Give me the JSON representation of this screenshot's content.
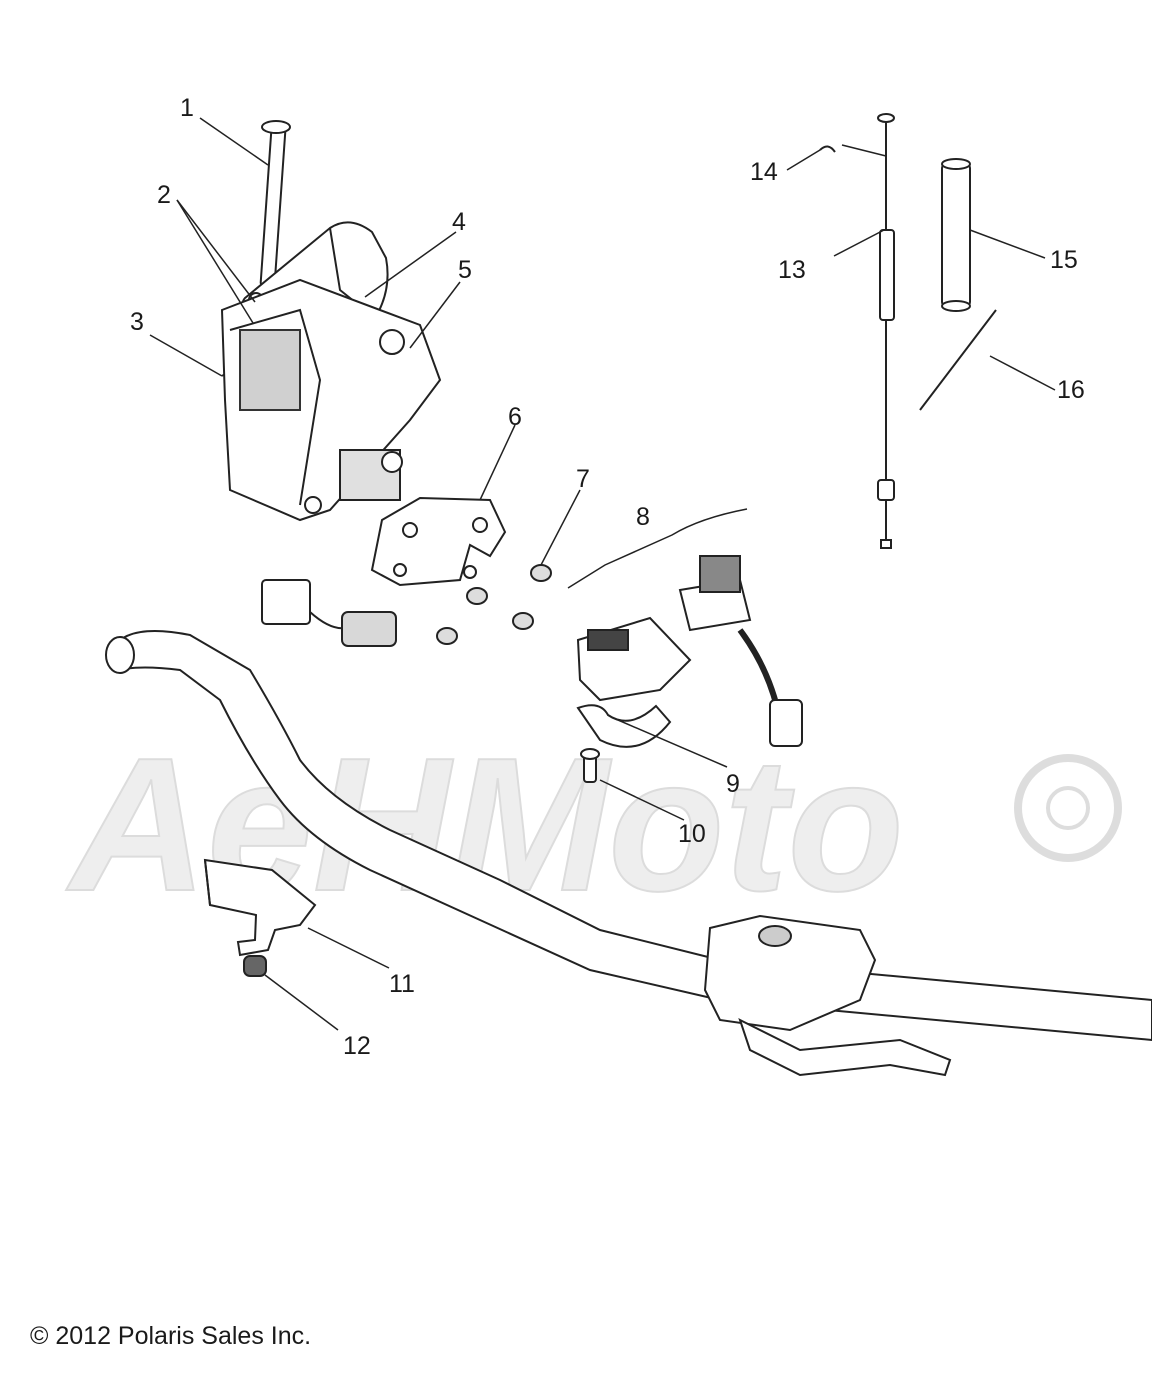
{
  "callouts": [
    "1",
    "2",
    "3",
    "4",
    "5",
    "6",
    "7",
    "8",
    "9",
    "10",
    "11",
    "12",
    "13",
    "14",
    "15",
    "16"
  ],
  "copyright": "© 2012 Polaris Sales Inc.",
  "watermark_text": "AeHMoto",
  "colors": {
    "line": "#222222",
    "part_fill": "#ffffff",
    "shade": "#555555",
    "watermark": "#e6e6e6"
  }
}
